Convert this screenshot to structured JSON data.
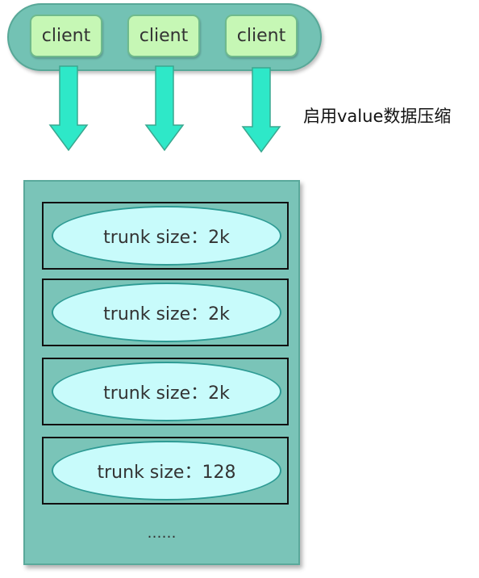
{
  "clients": [
    "client",
    "client",
    "client"
  ],
  "note": "启用value数据压缩",
  "trunks": [
    "trunk size：2k",
    "trunk size：2k",
    "trunk size：2k",
    "trunk size：128"
  ],
  "ellipsis": "……",
  "colors": {
    "pill_fill": "#73c2b4",
    "client_fill": "#c6f7b5",
    "arrow_fill": "#2ee8c8",
    "store_fill": "#7ac4b8",
    "ellipse_fill": "#c8fbfb"
  }
}
